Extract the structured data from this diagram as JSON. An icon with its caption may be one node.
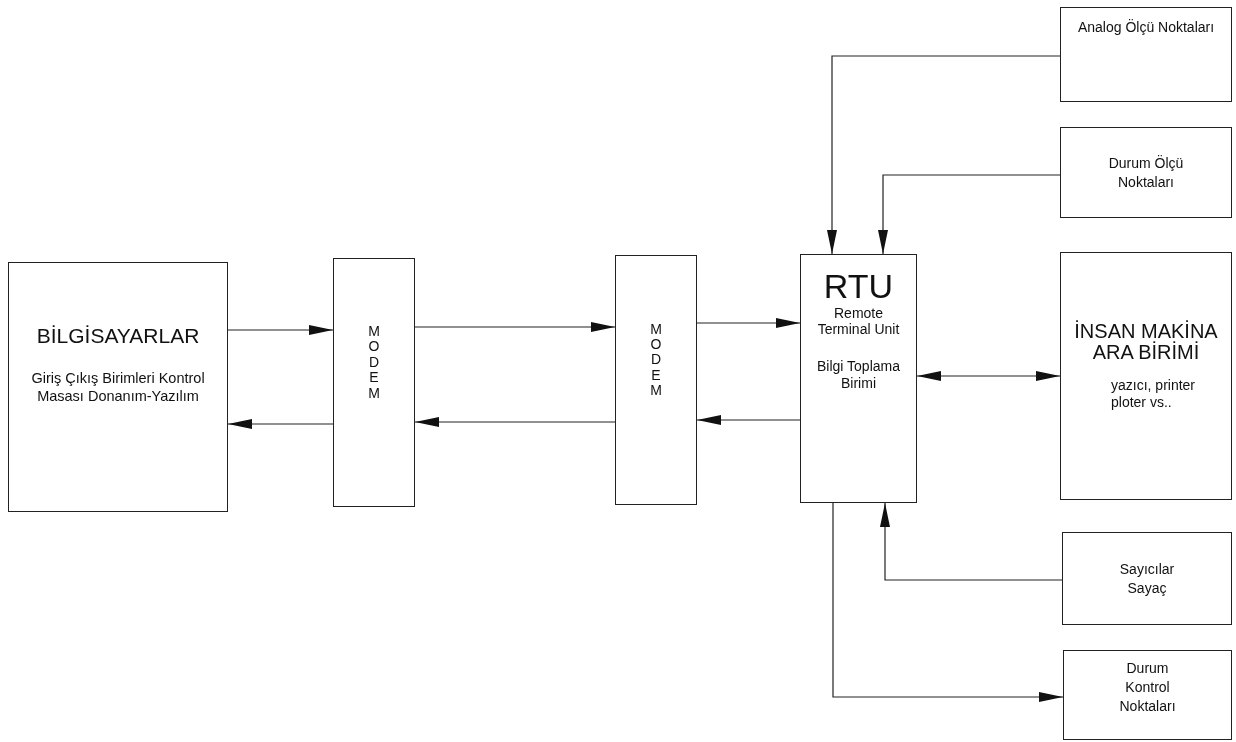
{
  "diagram": {
    "nodes": [
      {
        "text": [
          "BİLGİSAYARLAR",
          "Giriş Çıkış Birimleri Kontrol Masası Donanım-Yazılım"
        ]
      },
      {
        "text": [
          "MODEM"
        ]
      },
      {
        "text": [
          "MODEM"
        ]
      },
      {
        "text": [
          "RTU",
          "Remote Terminal Unit",
          "Bilgi Toplama Birimi"
        ]
      },
      {
        "text": [
          "Analog Ölçü Noktaları"
        ]
      },
      {
        "text": [
          "Durum Ölçü Noktaları"
        ]
      },
      {
        "text": [
          "İNSAN MAKİNA ARA BİRİMİ",
          "yazıcı, printer ploter vs.."
        ]
      },
      {
        "text": [
          "Sayıcılar Sayaç"
        ]
      },
      {
        "text": [
          "Durum Kontrol Noktaları"
        ]
      }
    ],
    "edges": [
      {
        "from": 0,
        "to": 1,
        "arrow": "to"
      },
      {
        "from": 1,
        "to": 0,
        "arrow": "to"
      },
      {
        "from": 1,
        "to": 2,
        "arrow": "to"
      },
      {
        "from": 2,
        "to": 1,
        "arrow": "to"
      },
      {
        "from": 2,
        "to": 3,
        "arrow": "to"
      },
      {
        "from": 3,
        "to": 2,
        "arrow": "to"
      },
      {
        "from": 3,
        "to": 6,
        "arrow": "both"
      },
      {
        "from": 4,
        "to": 3,
        "arrow": "to"
      },
      {
        "from": 5,
        "to": 3,
        "arrow": "to"
      },
      {
        "from": 7,
        "to": 3,
        "arrow": "to"
      },
      {
        "from": 3,
        "to": 8,
        "arrow": "to"
      }
    ]
  }
}
